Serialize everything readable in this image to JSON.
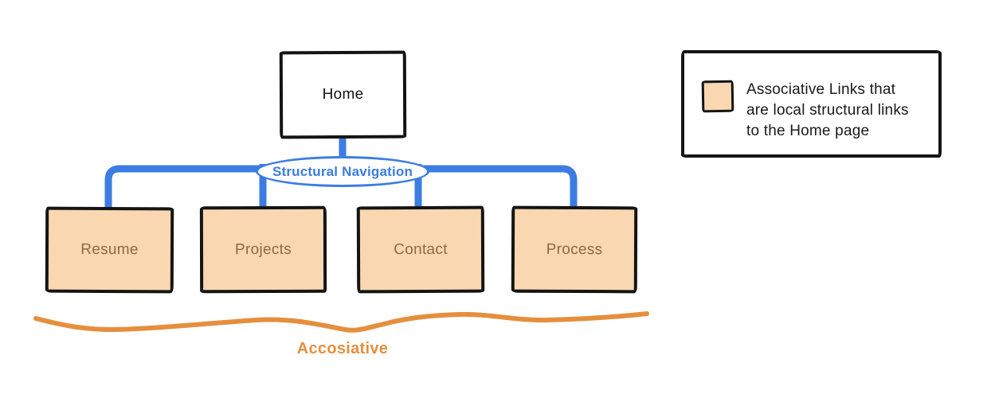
{
  "diagram": {
    "home_label": "Home",
    "nav_label": "Structural Navigation",
    "pages": [
      {
        "label": "Resume"
      },
      {
        "label": "Projects"
      },
      {
        "label": "Contact"
      },
      {
        "label": "Process"
      }
    ],
    "brace_label": "Accosiative"
  },
  "legend": {
    "line1": "Associative Links that",
    "line2": "are local structural links",
    "line3": "to the Home page"
  },
  "colors": {
    "connector_blue": "#3B7DE2",
    "page_fill": "#F9D7B0",
    "page_text": "#8A6A45",
    "accent_orange": "#E58F3E",
    "outline_black": "#141414"
  }
}
